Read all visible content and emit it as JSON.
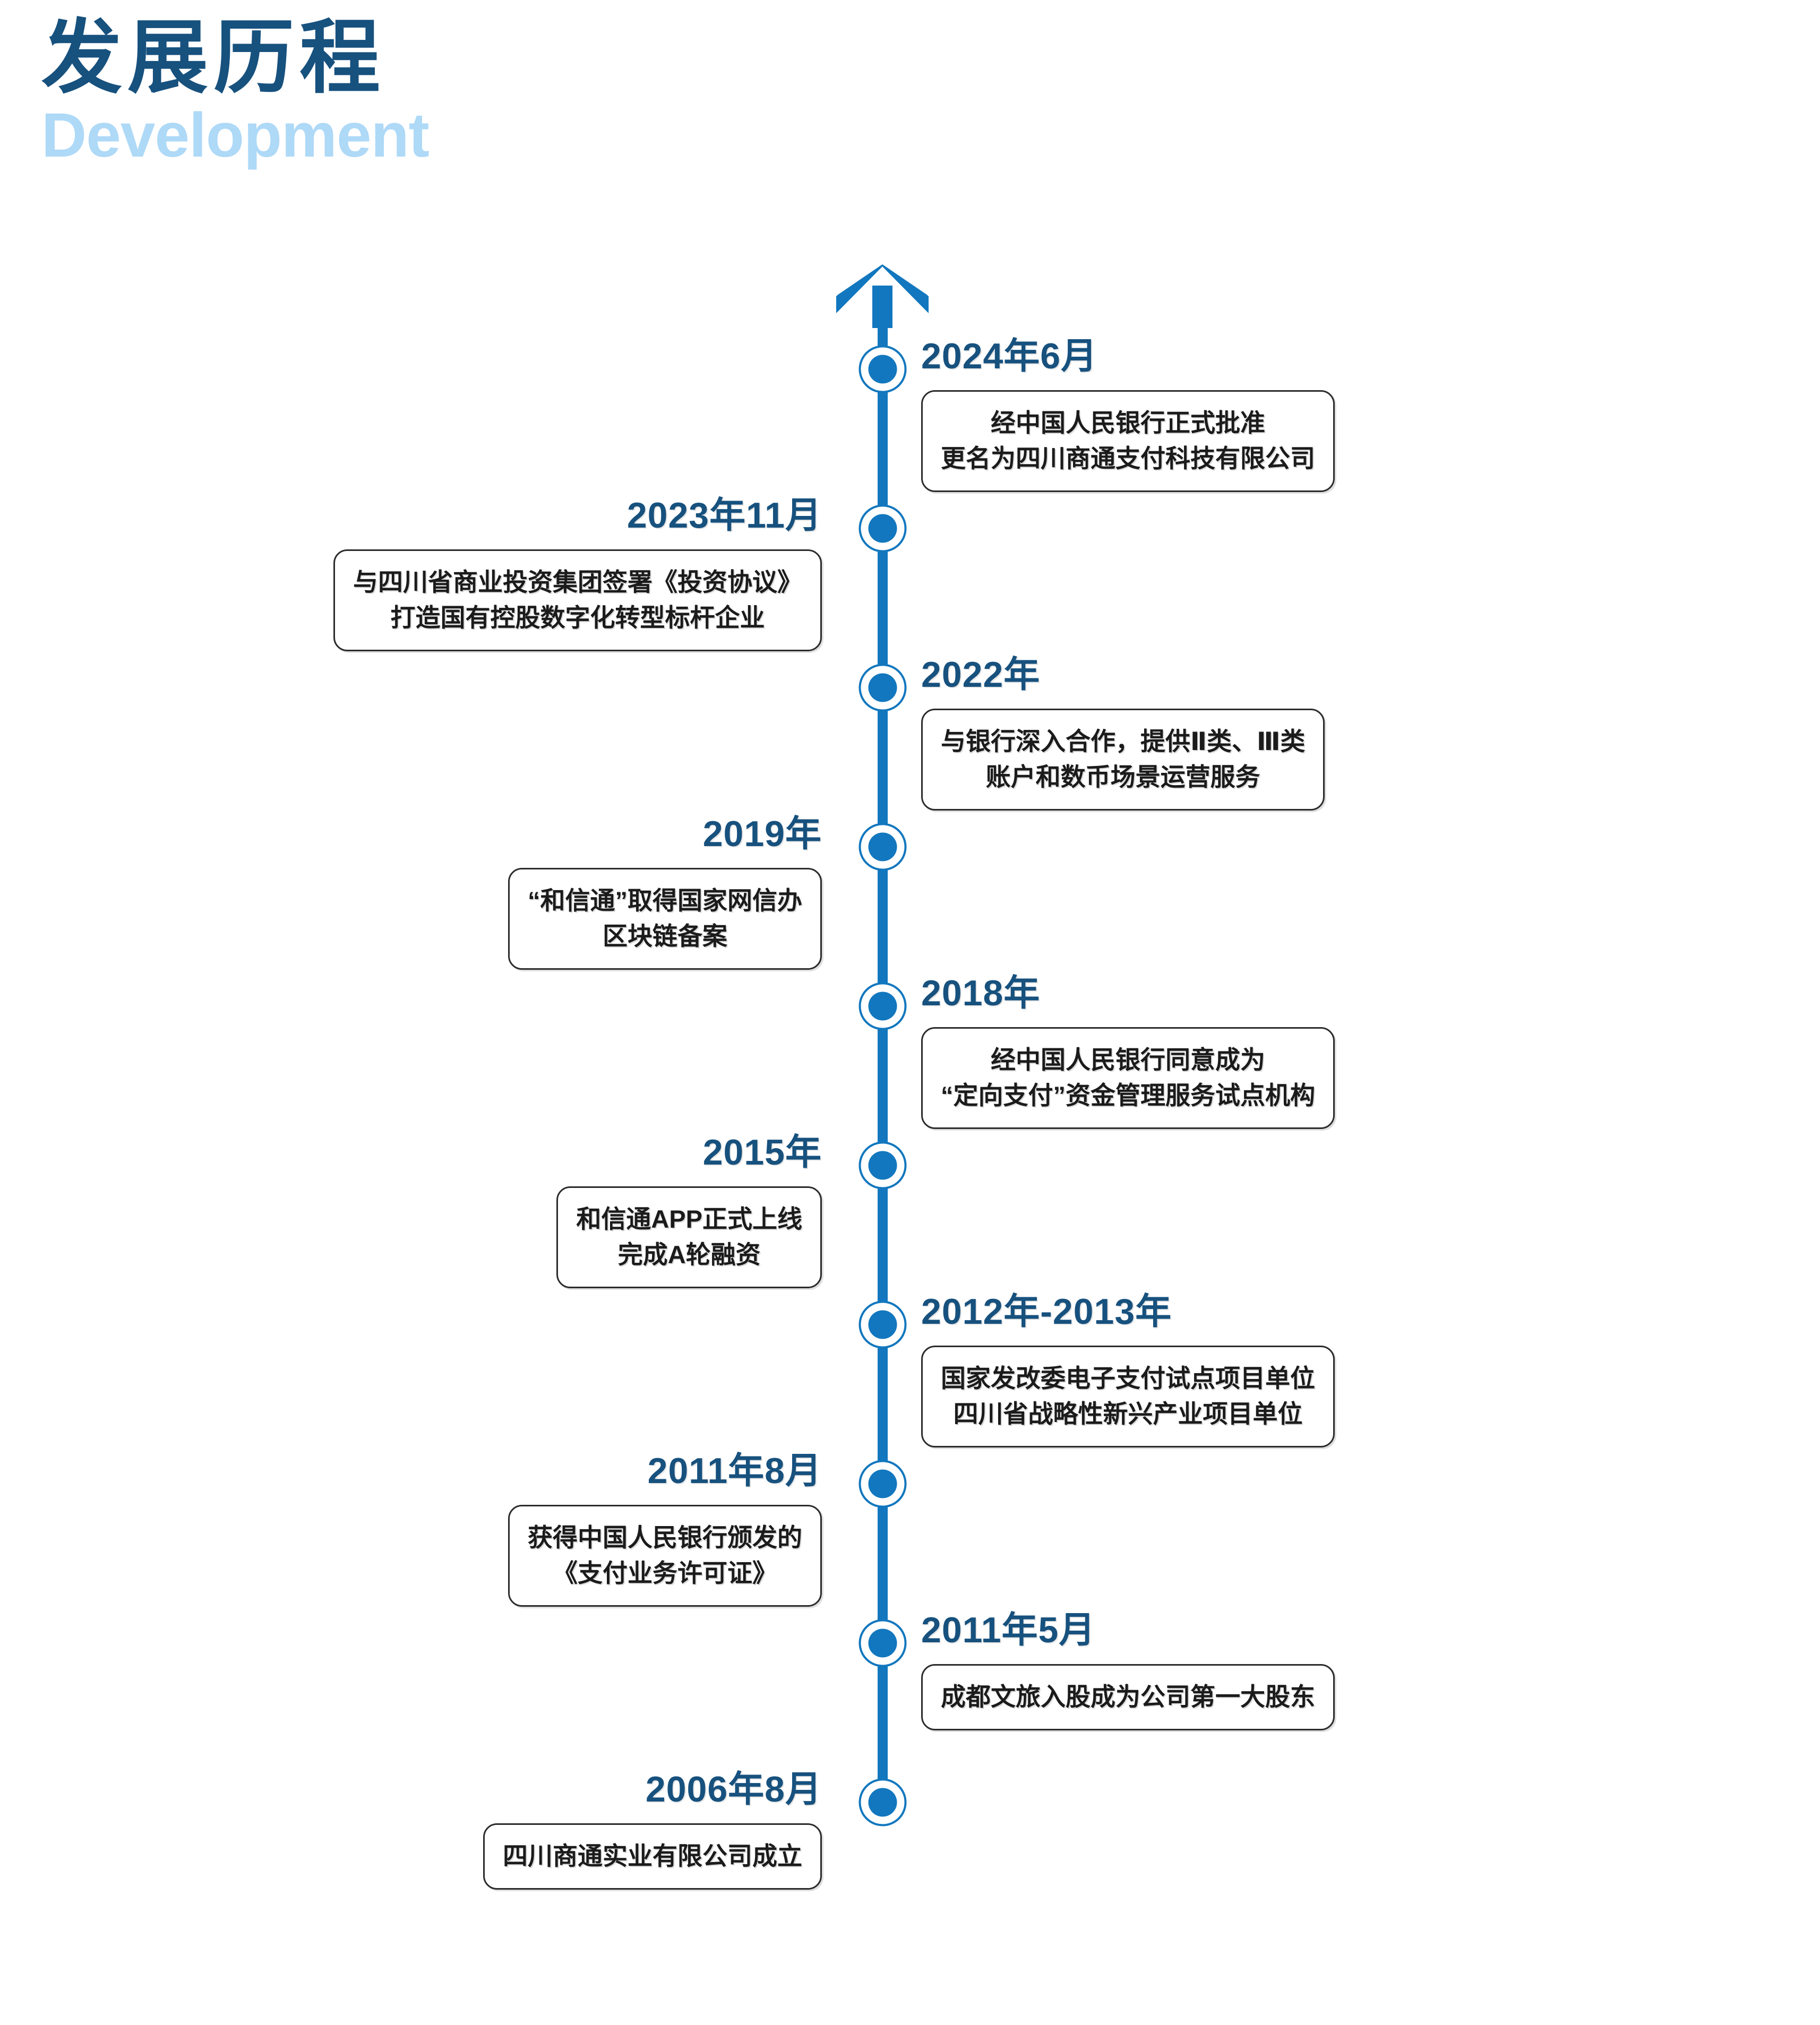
{
  "heading": {
    "title_cn": "发展历程",
    "title_en": "Development",
    "color_cn": "#17517E",
    "color_en": "#AED9F7"
  },
  "axis": {
    "color": "#1277BE",
    "arrow_icon": "up-arrow-icon",
    "marker_icon": "timeline-dot-icon"
  },
  "timeline": {
    "events": [
      {
        "year": "2024年6月",
        "side": "right",
        "lines": [
          "经中国人民银行正式批准",
          "更名为四川商通支付科技有限公司"
        ]
      },
      {
        "year": "2023年11月",
        "side": "left",
        "lines": [
          "与四川省商业投资集团签署《投资协议》",
          "打造国有控股数字化转型标杆企业"
        ]
      },
      {
        "year": "2022年",
        "side": "right",
        "lines": [
          "与银行深入合作，提供Ⅱ类、Ⅲ类",
          "账户和数币场景运营服务"
        ]
      },
      {
        "year": "2019年",
        "side": "left",
        "lines": [
          "“和信通”取得国家网信办",
          "区块链备案"
        ]
      },
      {
        "year": "2018年",
        "side": "right",
        "lines": [
          "经中国人民银行同意成为",
          "“定向支付”资金管理服务试点机构"
        ]
      },
      {
        "year": "2015年",
        "side": "left",
        "lines": [
          "和信通APP正式上线",
          "完成A轮融资"
        ]
      },
      {
        "year": "2012年-2013年",
        "side": "right",
        "lines": [
          "国家发改委电子支付试点项目单位",
          "四川省战略性新兴产业项目单位"
        ]
      },
      {
        "year": "2011年8月",
        "side": "left",
        "lines": [
          "获得中国人民银行颁发的",
          "《支付业务许可证》"
        ]
      },
      {
        "year": "2011年5月",
        "side": "right",
        "lines": [
          "成都文旅入股成为公司第一大股东"
        ]
      },
      {
        "year": "2006年8月",
        "side": "left",
        "lines": [
          "四川商通实业有限公司成立"
        ]
      }
    ]
  }
}
